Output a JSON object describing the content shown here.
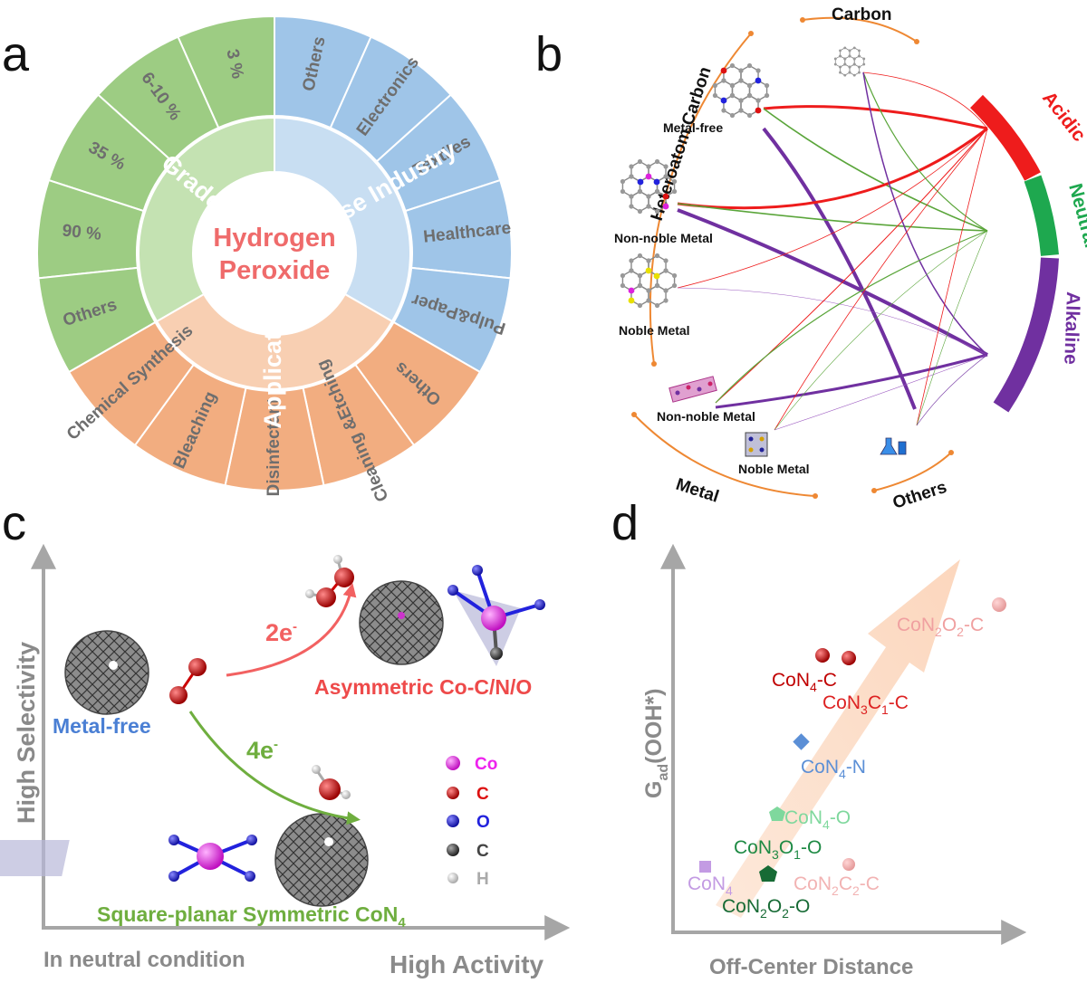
{
  "panels": {
    "a": "a",
    "b": "b",
    "c": "c",
    "d": "d"
  },
  "panel_a": {
    "center": [
      "Hydrogen",
      "Peroxide"
    ],
    "inner": {
      "grade": "Grade",
      "industry": "End-use Industry",
      "application": "Application"
    },
    "grade": [
      "3 %",
      "6-10 %",
      "35 %",
      "90 %",
      "Others"
    ],
    "industry": [
      "Others",
      "Electronics",
      "Textiles",
      "Healthcare",
      "Pulp&Paper"
    ],
    "application": [
      "Others",
      "Cleaning &Etching",
      "Disinfectant",
      "Bleaching",
      "Chemical Synthesis"
    ],
    "colors": {
      "green": "#9dcc83",
      "green_inner": "#c4e2b2",
      "blue": "#9fc5e8",
      "blue_inner": "#c8def2",
      "orange": "#f2ad80",
      "orange_inner": "#f8cfb2",
      "title": "#ef6b6b"
    }
  },
  "panel_b": {
    "categories": {
      "carbon": "Carbon",
      "heteroatom": "Heteroatom Carbon",
      "metal": "Metal",
      "others": "Others"
    },
    "materials": {
      "metal_free": "Metal-free",
      "non_noble_metal_c": "Non-noble Metal",
      "noble_metal_c": "Noble Metal",
      "non_noble_metal_m": "Non-noble Metal",
      "noble_metal_m": "Noble Metal"
    },
    "conditions": {
      "acidic": "Acidic",
      "neutral": "Neutral",
      "alkaline": "Alkaline"
    },
    "colors": {
      "acidic": "#ee1c1c",
      "neutral": "#1ea84f",
      "alkaline": "#7030a0",
      "category_arc": "#ee8833"
    }
  },
  "panel_c": {
    "ylabel": "High Selectivity",
    "xlabel_left": "In neutral condition",
    "xlabel_right": "High Activity",
    "two_e": "2e",
    "four_e": "4e",
    "metal_free": "Metal-free",
    "asymmetric": "Asymmetric Co-C/N/O",
    "square_planar": "Square-planar Symmetric CoN",
    "square_planar_sub": "4",
    "legend": [
      {
        "label": "Co",
        "color": "#ee22ee"
      },
      {
        "label": "C",
        "color": "#dd1111"
      },
      {
        "label": "O",
        "color": "#2222dd"
      },
      {
        "label": "C",
        "color": "#444444"
      },
      {
        "label": "H",
        "color": "#aaaaaa"
      }
    ]
  },
  "panel_d": {
    "xlabel": "Off-Center Distance",
    "ylabel_main": "G",
    "ylabel_sub": "ad",
    "ylabel_rest": "(OOH*)",
    "points": [
      {
        "name": "CoN₂O₂-C",
        "color": "#f0a0a0"
      },
      {
        "name": "CoN₄-C",
        "color": "#c00000"
      },
      {
        "name": "CoN₃C₁-C",
        "color": "#dd2222"
      },
      {
        "name": "CoN₄-N",
        "color": "#5b8fd6"
      },
      {
        "name": "CoN₄-O",
        "color": "#7fd89d"
      },
      {
        "name": "CoN₃O₁-O",
        "color": "#1e8a44"
      },
      {
        "name": "CoN₄",
        "color": "#c39be3"
      },
      {
        "name": "CoN₂C₂-C",
        "color": "#f2b3b3"
      },
      {
        "name": "CoN₂O₂-O",
        "color": "#176b35"
      }
    ]
  }
}
